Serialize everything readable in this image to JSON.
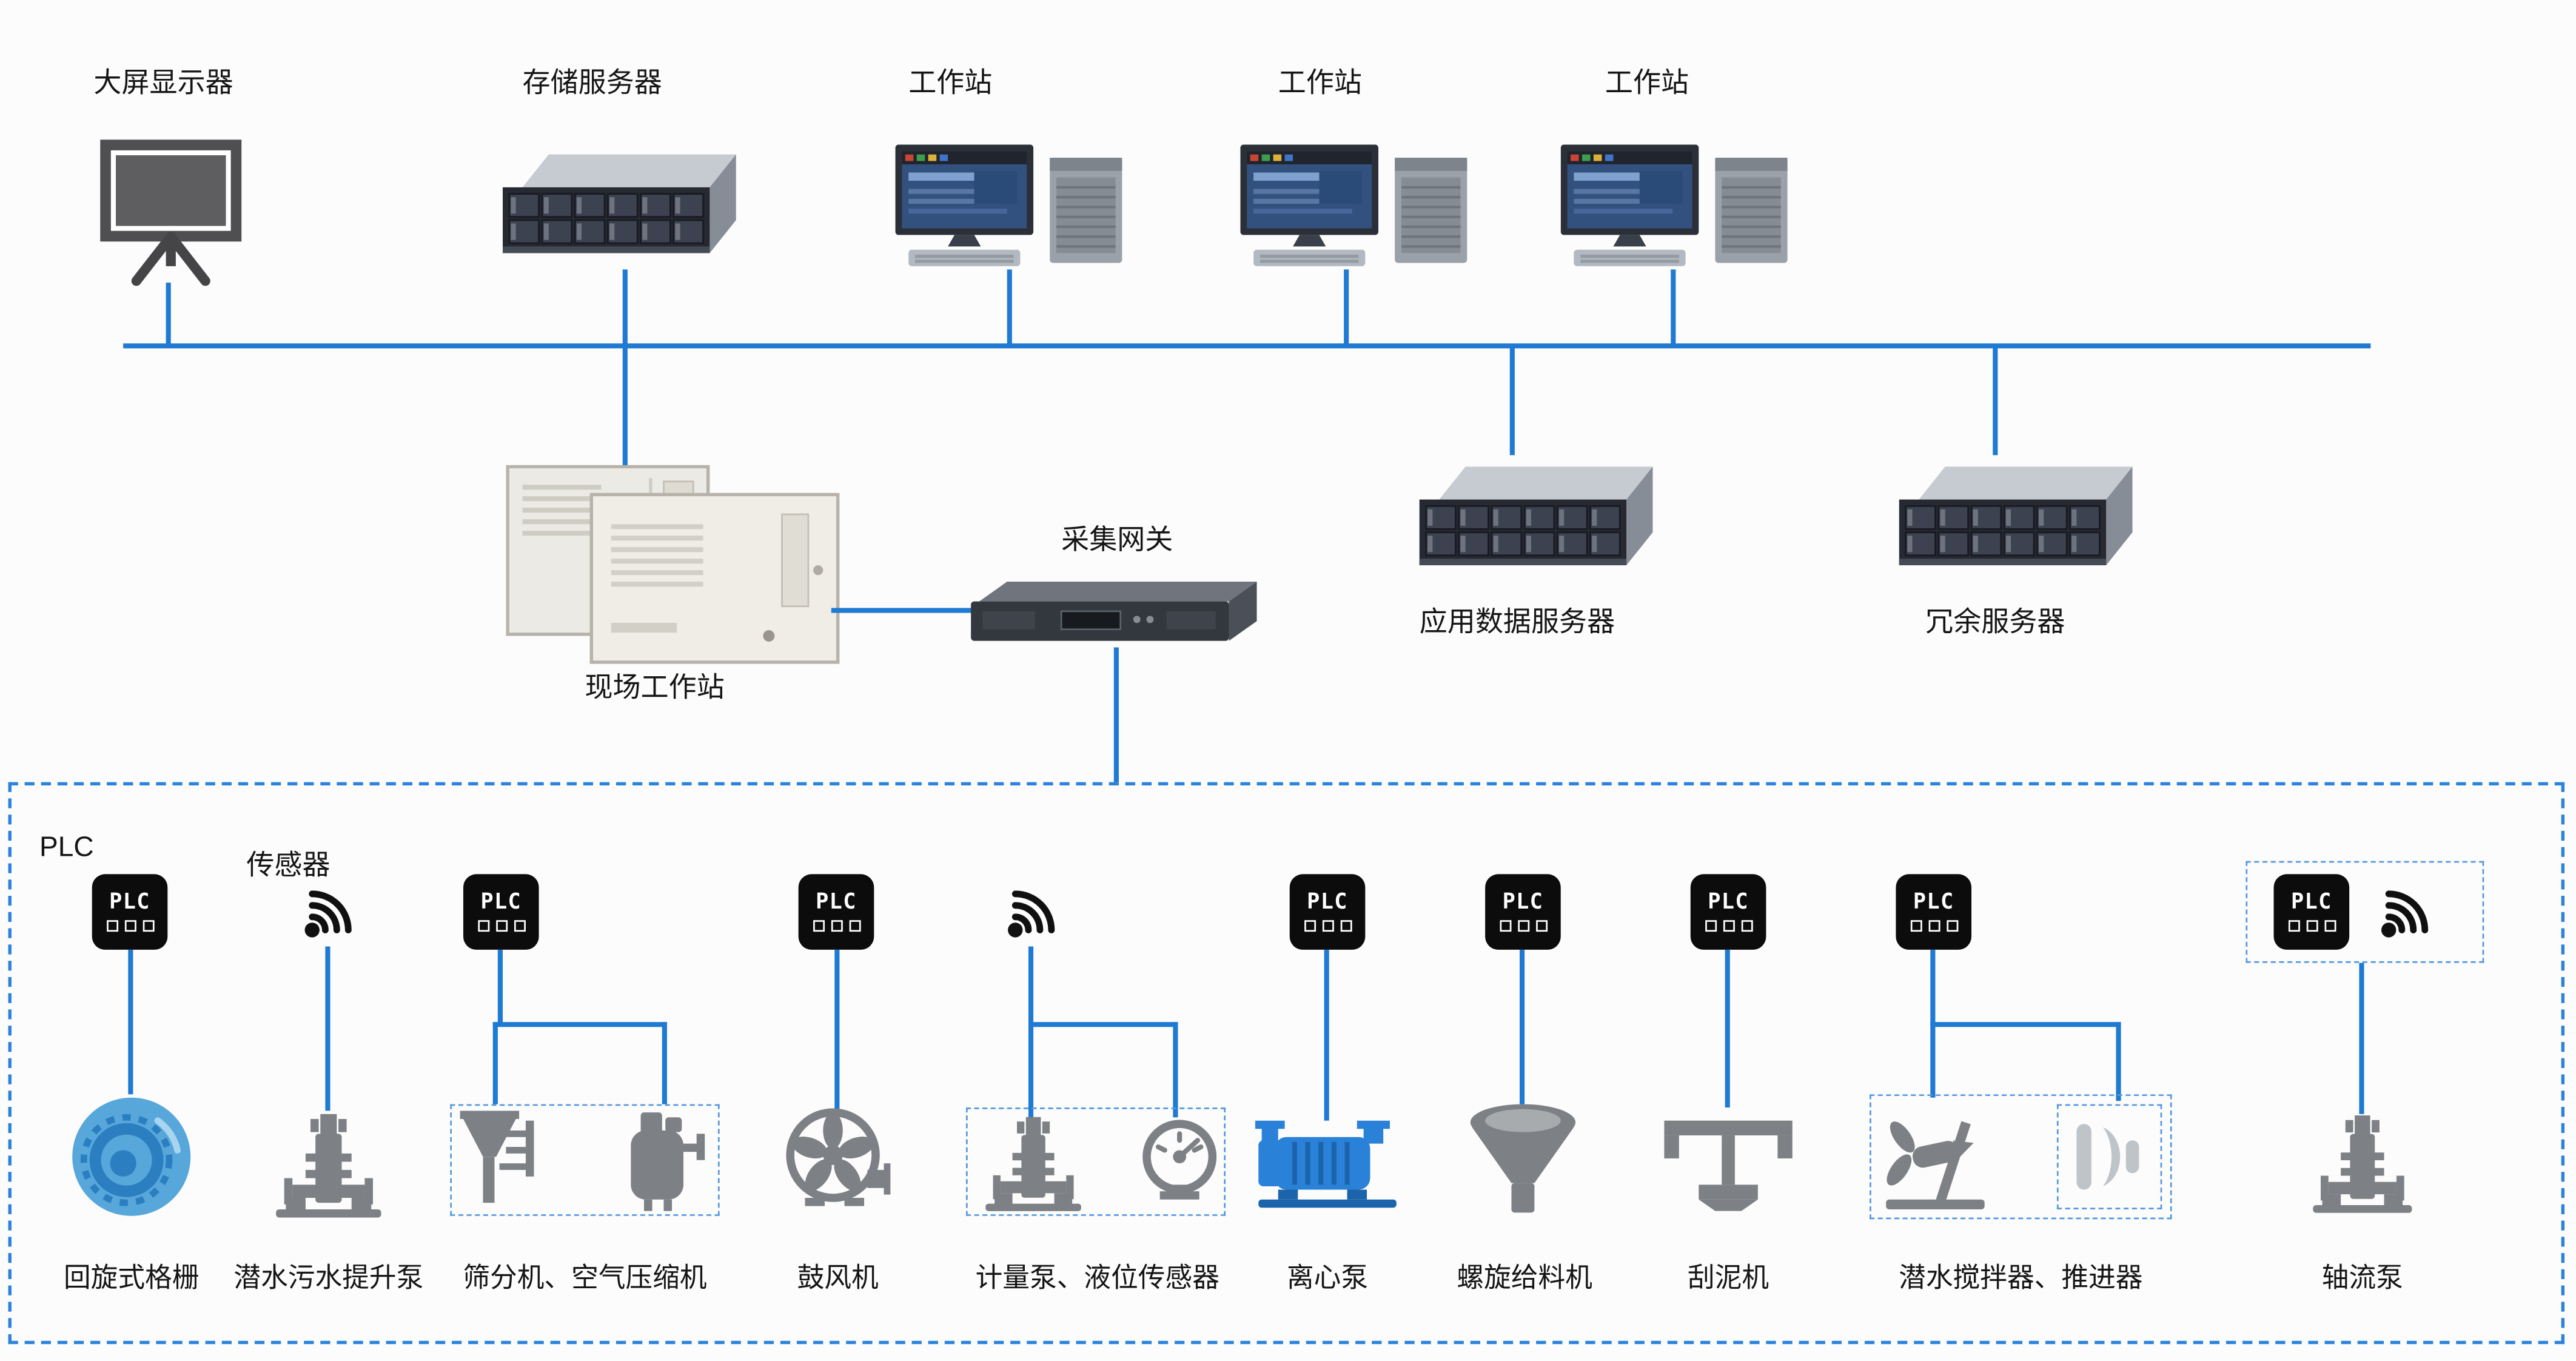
{
  "top": {
    "display": "大屏显示器",
    "storage": "存储服务器",
    "ws1": "工作站",
    "ws2": "工作站",
    "ws3": "工作站"
  },
  "mid": {
    "field_ws": "现场工作站",
    "gateway": "采集网关",
    "app_server": "应用数据服务器",
    "redundant_server": "冗余服务器"
  },
  "zone": {
    "plc_label": "PLC",
    "sensor_label": "传感器",
    "plc_text": "PLC",
    "devices": [
      "回旋式格栅",
      "潜水污水提升泵",
      "筛分机、空气压缩机",
      "鼓风机",
      "计量泵、液位传感器",
      "离心泵",
      "螺旋给料机",
      "刮泥机",
      "潜水搅拌器、推进器",
      "轴流泵"
    ]
  },
  "colors": {
    "connector_blue": "#1e7ad2",
    "zone_border_blue": "#2b83dd",
    "device_gray": "#7d8084",
    "device_light_gray": "#bfc4c9",
    "device_blue": "#2a82d8",
    "rotary_blue": "#57a7db",
    "plc_black": "#0c0c0c"
  }
}
